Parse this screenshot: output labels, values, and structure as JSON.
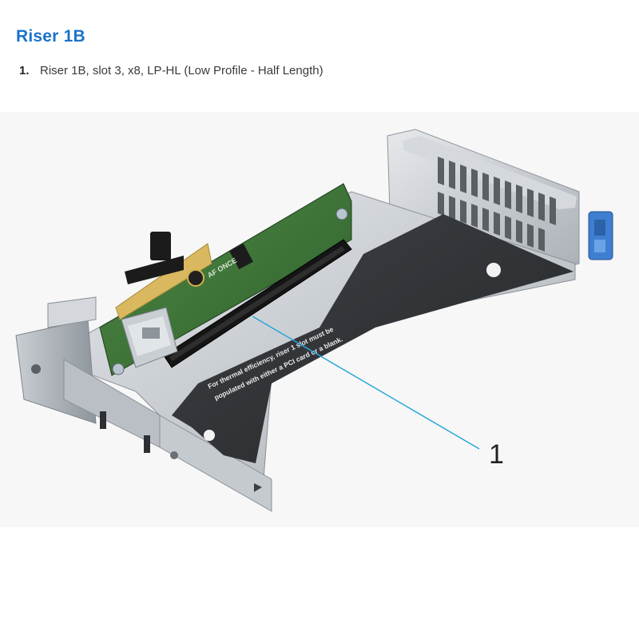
{
  "document": {
    "title": "Riser 1B",
    "items": [
      {
        "number": "1.",
        "text": "Riser 1B, slot 3, x8, LP-HL (Low Profile - Half Length)"
      }
    ]
  },
  "figure": {
    "callout_number": "1",
    "label_line1": "For thermal efficiency, riser 1 slot must be",
    "label_line2": "populated with either a PCI card or a blank.",
    "board_marking": "AF ONCE"
  }
}
